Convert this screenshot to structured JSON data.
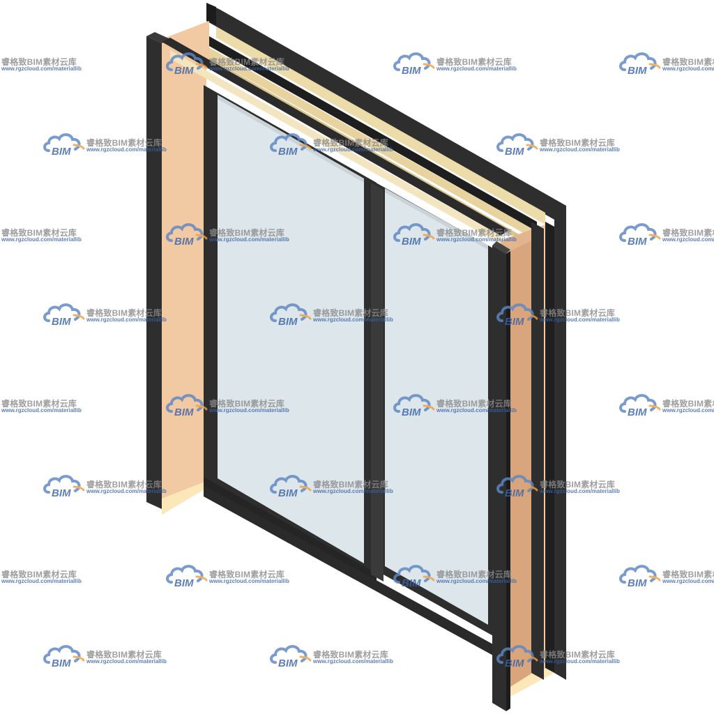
{
  "image": {
    "subject": "sliding-window-model",
    "colors": {
      "background": "#ffffff",
      "frame_dark": "#2e2e2e",
      "frame_edge": "#1c1c1c",
      "jamb_face": "#f1c9a3",
      "jamb_side": "#e2b58e",
      "sill_light": "#fbe7b8",
      "head_track": "#ecdcaa",
      "glass": "#dde6ea",
      "glass_edge": "#c9d3d8",
      "watermark_cloud": "#5d86c4",
      "watermark_accent": "#f0a040",
      "watermark_text": "#8a8a8a",
      "watermark_url": "#3b63a8"
    }
  },
  "watermark": {
    "logo_text": "BIM",
    "brand_text": "睿格致BIM素材云库",
    "url_text": "www.rgzcloud.com/materiallib",
    "logo_icon": "cloud-bim-logo-icon"
  }
}
